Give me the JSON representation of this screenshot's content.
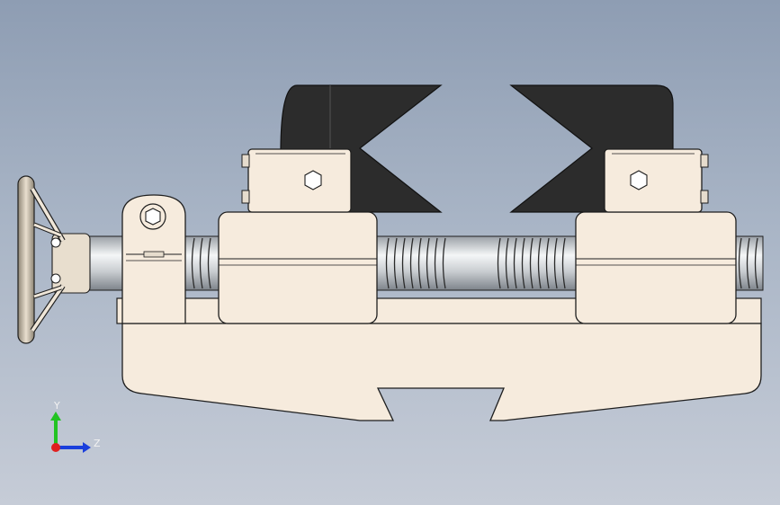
{
  "viewport": {
    "background_top": "#8e9db3",
    "background_bottom": "#c6ccd7",
    "part_fill": "#f6ebdd",
    "jaw_fill": "#2b2b2b",
    "screw_fill": "#cfd2d4",
    "outline": "#1e1e1e"
  },
  "triad": {
    "y_label": "Y",
    "z_label": "Z",
    "y_color": "#22c322",
    "z_color": "#1a3fdc",
    "x_color": "#e02020"
  },
  "model_parts": [
    {
      "name": "base-rail"
    },
    {
      "name": "left-jaw-block"
    },
    {
      "name": "right-jaw-block"
    },
    {
      "name": "lead-screw"
    },
    {
      "name": "handwheel"
    },
    {
      "name": "bearing-support"
    }
  ]
}
